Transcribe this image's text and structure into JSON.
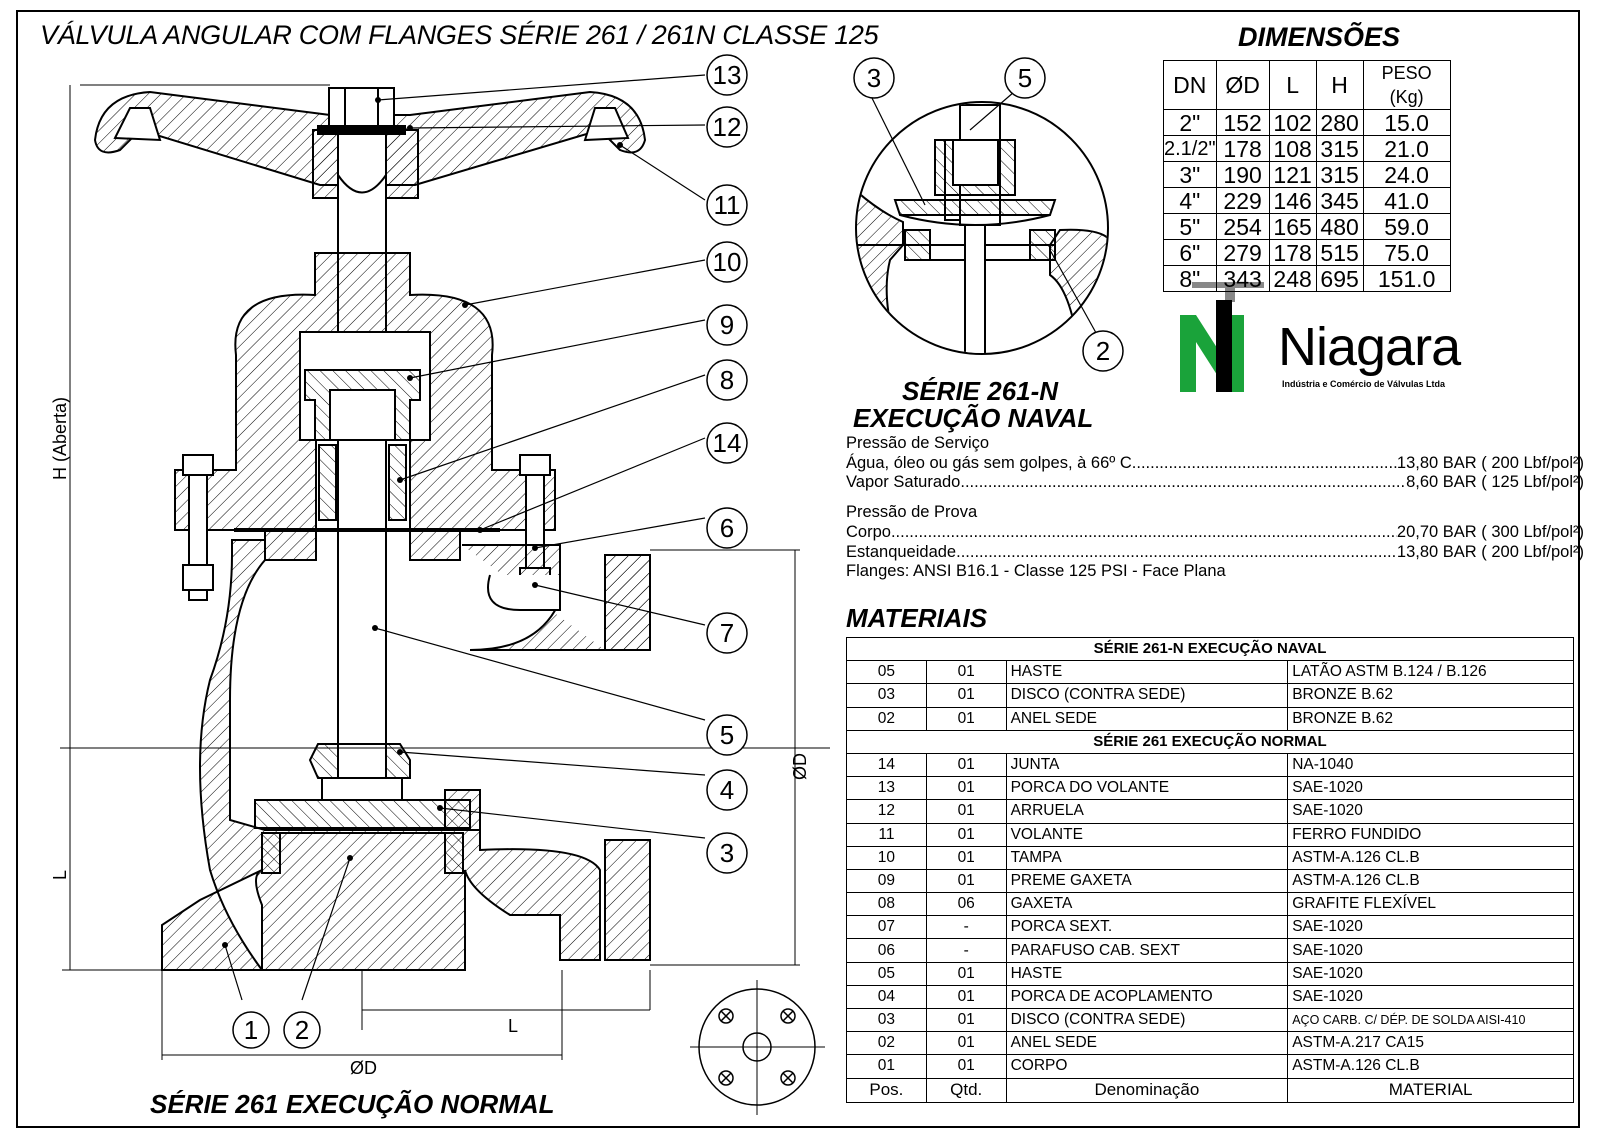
{
  "title": "VÁLVULA ANGULAR COM FLANGES SÉRIE 261 / 261N CLASSE 125",
  "main_caption": "SÉRIE 261 EXECUÇÃO NORMAL",
  "naval_caption": {
    "line1": "SÉRIE 261-N",
    "line2": "EXECUÇÃO NAVAL"
  },
  "dimension_labels": {
    "h_aberta": "H (Aberta)",
    "l_left": "L",
    "l_bottom": "L",
    "od_bottom": "ØD",
    "od_right": "ØD"
  },
  "balloons": {
    "main": [
      "13",
      "12",
      "11",
      "10",
      "9",
      "8",
      "14",
      "6",
      "7",
      "5",
      "4",
      "3",
      "1",
      "2"
    ],
    "naval": [
      "3",
      "5",
      "2"
    ]
  },
  "dimensions": {
    "title": "DIMENSÕES",
    "headers": [
      "DN",
      "ØD",
      "L",
      "H",
      "PESO (Kg)"
    ],
    "rows": [
      [
        "2\"",
        "152",
        "102",
        "280",
        "15.0"
      ],
      [
        "2.1/2\"",
        "178",
        "108",
        "315",
        "21.0"
      ],
      [
        "3\"",
        "190",
        "121",
        "315",
        "24.0"
      ],
      [
        "4\"",
        "229",
        "146",
        "345",
        "41.0"
      ],
      [
        "5\"",
        "254",
        "165",
        "480",
        "59.0"
      ],
      [
        "6\"",
        "279",
        "178",
        "515",
        "75.0"
      ],
      [
        "8\"",
        "343",
        "248",
        "695",
        "151.0"
      ]
    ]
  },
  "logo": {
    "name": "Niagara",
    "subtitle": "Indústria e Comércio de Válvulas Ltda",
    "colors": {
      "green": "#1aa33a",
      "black": "#000000"
    }
  },
  "service_pressure": {
    "heading": "Pressão de Serviço",
    "rows": [
      {
        "label": "Água, óleo ou gás sem golpes, à 66º C",
        "value": "13,80 BAR ( 200 Lbf/pol²)"
      },
      {
        "label": "Vapor Saturado",
        "value": "8,60 BAR ( 125 Lbf/pol²)"
      }
    ]
  },
  "test_pressure": {
    "heading": "Pressão de Prova",
    "rows": [
      {
        "label": "Corpo",
        "value": "20,70 BAR ( 300 Lbf/pol²)"
      },
      {
        "label": "Estanqueidade",
        "value": "13,80 BAR ( 200 Lbf/pol²)"
      }
    ],
    "flanges": "Flanges: ANSI B16.1 - Classe 125 PSI - Face Plana"
  },
  "materials": {
    "title": "MATERIAIS",
    "naval_section": "SÉRIE 261-N EXECUÇÃO NAVAL",
    "naval_rows": [
      [
        "05",
        "01",
        "HASTE",
        "LATÃO ASTM B.124 / B.126"
      ],
      [
        "03",
        "01",
        "DISCO (CONTRA SEDE)",
        "BRONZE B.62"
      ],
      [
        "02",
        "01",
        "ANEL SEDE",
        "BRONZE B.62"
      ]
    ],
    "normal_section": "SÉRIE 261 EXECUÇÃO NORMAL",
    "normal_rows": [
      [
        "14",
        "01",
        "JUNTA",
        "NA-1040"
      ],
      [
        "13",
        "01",
        "PORCA DO VOLANTE",
        "SAE-1020"
      ],
      [
        "12",
        "01",
        "ARRUELA",
        "SAE-1020"
      ],
      [
        "11",
        "01",
        "VOLANTE",
        "FERRO FUNDIDO"
      ],
      [
        "10",
        "01",
        "TAMPA",
        "ASTM-A.126 CL.B"
      ],
      [
        "09",
        "01",
        "PREME GAXETA",
        "ASTM-A.126 CL.B"
      ],
      [
        "08",
        "06",
        "GAXETA",
        "GRAFITE FLEXÍVEL"
      ],
      [
        "07",
        "-",
        "PORCA SEXT.",
        "SAE-1020"
      ],
      [
        "06",
        "-",
        "PARAFUSO CAB. SEXT",
        "SAE-1020"
      ],
      [
        "05",
        "01",
        "HASTE",
        "SAE-1020"
      ],
      [
        "04",
        "01",
        "PORCA DE ACOPLAMENTO",
        "SAE-1020"
      ],
      [
        "03",
        "01",
        "DISCO (CONTRA SEDE)",
        "AÇO CARB. C/ DÉP. DE SOLDA AISI-410"
      ],
      [
        "02",
        "01",
        "ANEL SEDE",
        "ASTM-A.217 CA15"
      ],
      [
        "01",
        "01",
        "CORPO",
        "ASTM-A.126 CL.B"
      ]
    ],
    "footer": [
      "Pos.",
      "Qtd.",
      "Denominação",
      "MATERIAL"
    ]
  }
}
